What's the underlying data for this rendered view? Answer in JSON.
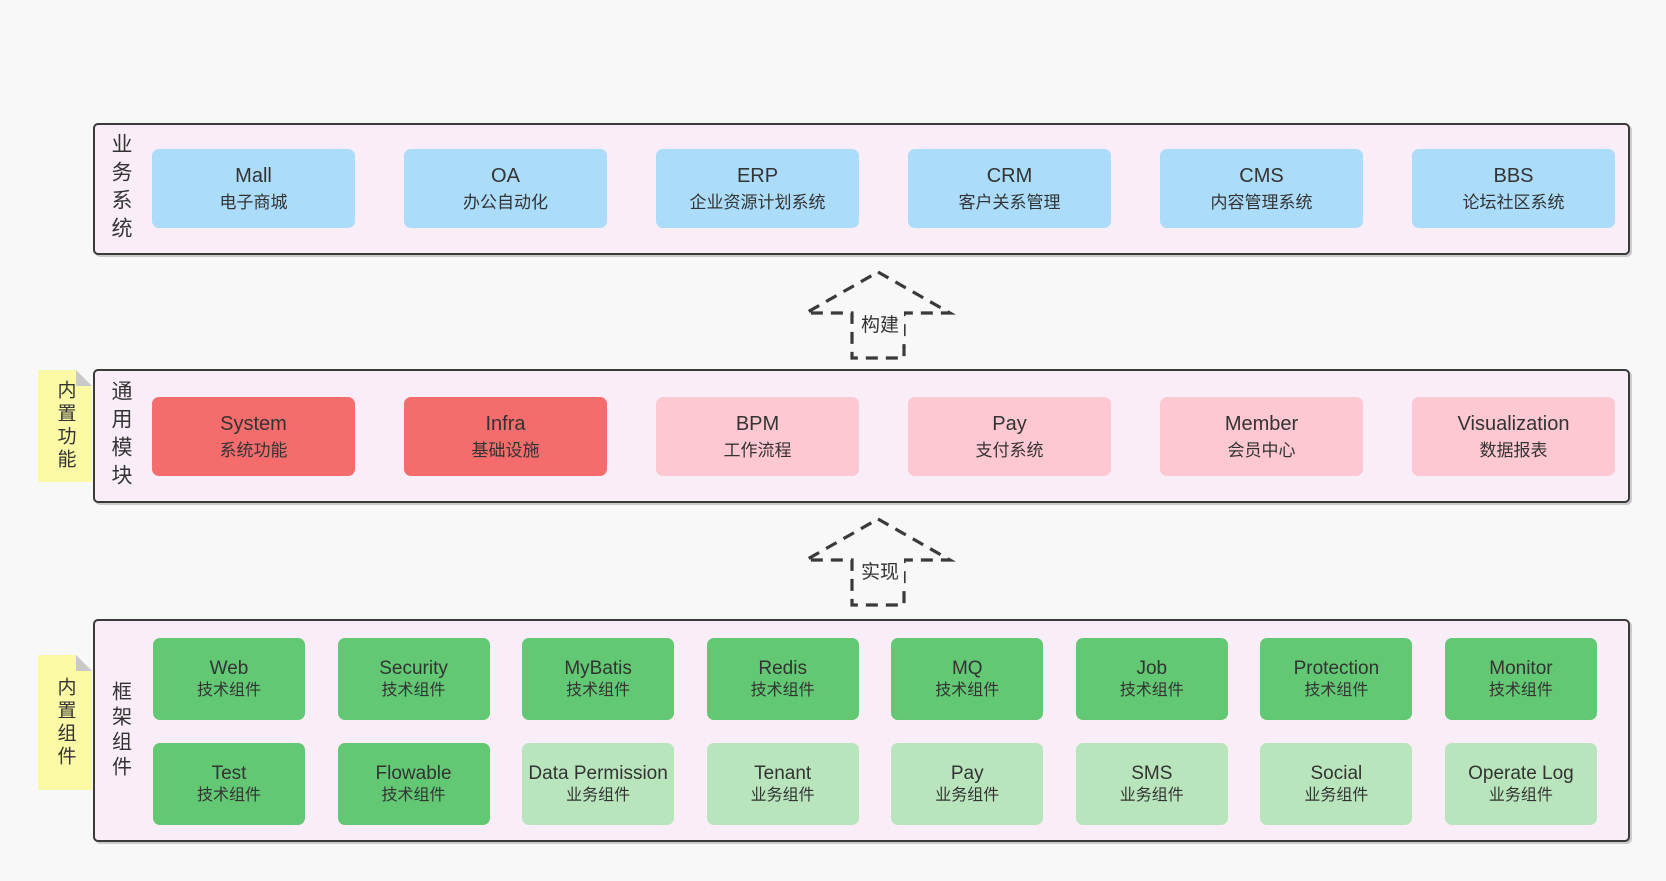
{
  "colors": {
    "page_bg": "#f8f8f8",
    "band_bg": "#f9eef8",
    "band_border": "#3a3a3a",
    "blue": "#abdcfa",
    "red": "#f56c6c",
    "pink": "#fdc8d2",
    "green": "#63c873",
    "light_green": "#b9e5bd",
    "note_yellow": "#fbf8a6",
    "note_fold": "#c9c9c9",
    "text": "#333333"
  },
  "bands": {
    "business": {
      "label": "业务系统",
      "boxes": [
        {
          "name": "Mall",
          "desc": "电子商城"
        },
        {
          "name": "OA",
          "desc": "办公自动化"
        },
        {
          "name": "ERP",
          "desc": "企业资源计划系统"
        },
        {
          "name": "CRM",
          "desc": "客户关系管理"
        },
        {
          "name": "CMS",
          "desc": "内容管理系统"
        },
        {
          "name": "BBS",
          "desc": "论坛社区系统"
        }
      ]
    },
    "modules": {
      "label": "通用模块",
      "note": "内置功能",
      "boxes": [
        {
          "name": "System",
          "desc": "系统功能"
        },
        {
          "name": "Infra",
          "desc": "基础设施"
        },
        {
          "name": "BPM",
          "desc": "工作流程"
        },
        {
          "name": "Pay",
          "desc": "支付系统"
        },
        {
          "name": "Member",
          "desc": "会员中心"
        },
        {
          "name": "Visualization",
          "desc": "数据报表"
        }
      ]
    },
    "components": {
      "label": "框架组件",
      "note": "内置组件",
      "row1": [
        {
          "name": "Web",
          "desc": "技术组件"
        },
        {
          "name": "Security",
          "desc": "技术组件"
        },
        {
          "name": "MyBatis",
          "desc": "技术组件"
        },
        {
          "name": "Redis",
          "desc": "技术组件"
        },
        {
          "name": "MQ",
          "desc": "技术组件"
        },
        {
          "name": "Job",
          "desc": "技术组件"
        },
        {
          "name": "Protection",
          "desc": "技术组件"
        },
        {
          "name": "Monitor",
          "desc": "技术组件"
        }
      ],
      "row2": [
        {
          "name": "Test",
          "desc": "技术组件"
        },
        {
          "name": "Flowable",
          "desc": "技术组件"
        },
        {
          "name": "Data Permission",
          "desc": "业务组件"
        },
        {
          "name": "Tenant",
          "desc": "业务组件"
        },
        {
          "name": "Pay",
          "desc": "业务组件"
        },
        {
          "name": "SMS",
          "desc": "业务组件"
        },
        {
          "name": "Social",
          "desc": "业务组件"
        },
        {
          "name": "Operate Log",
          "desc": "业务组件"
        }
      ]
    }
  },
  "arrows": {
    "build": "构建",
    "implement": "实现"
  }
}
